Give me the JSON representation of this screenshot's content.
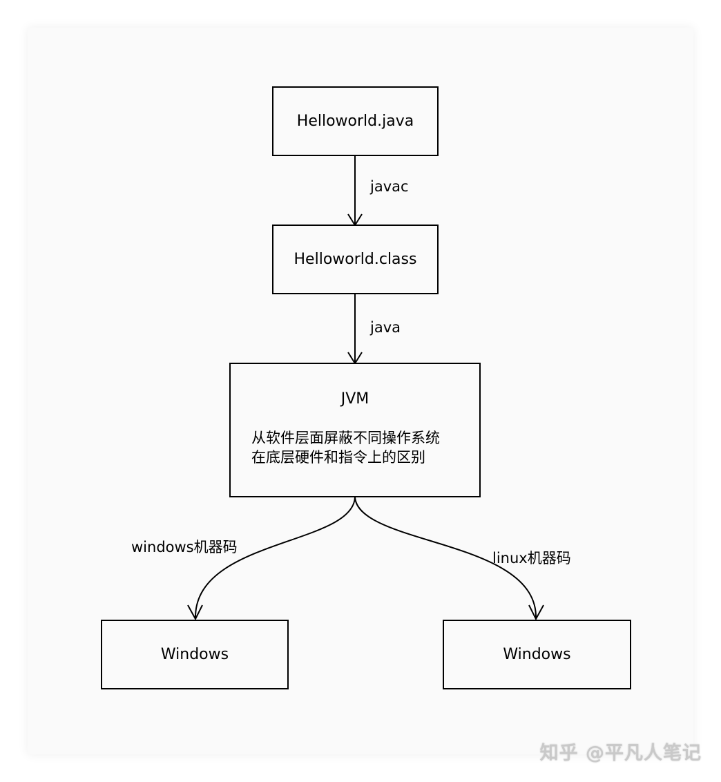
{
  "nodes": {
    "source": "Helloworld.java",
    "bytecode": "Helloworld.class",
    "jvm": {
      "title": "JVM",
      "desc_line1": "从软件层面屏蔽不同操作系统",
      "desc_line2": "在底层硬件和指令上的区别"
    },
    "left_os": "Windows",
    "right_os": "Windows"
  },
  "edges": {
    "compile": "javac",
    "run": "java",
    "left": "windows机器码",
    "right": "linux机器码"
  },
  "watermark": "知乎 @平凡人笔记"
}
